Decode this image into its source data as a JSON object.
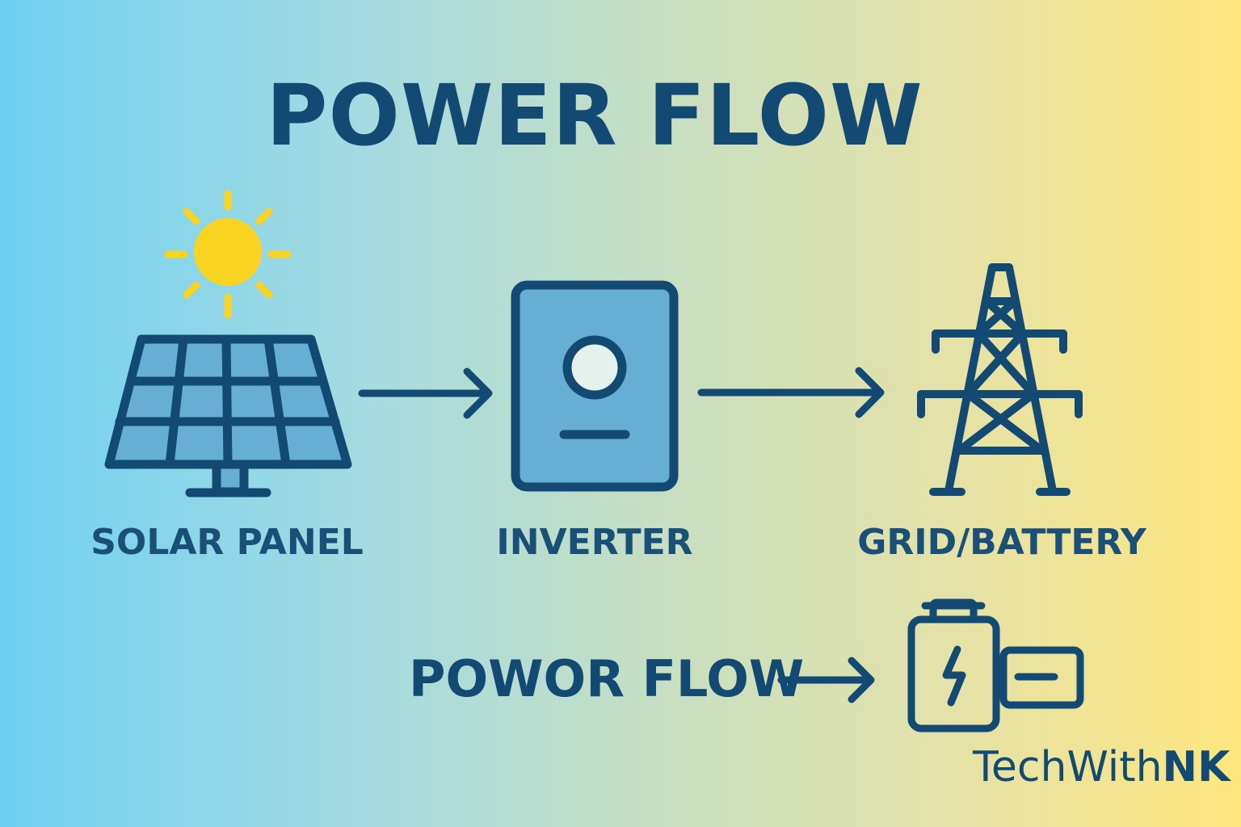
{
  "title": "POWER FLOW",
  "nodes": [
    {
      "label": "SOLAR PANEL",
      "icon": "solar-panel-icon"
    },
    {
      "label": "INVERTER",
      "icon": "inverter-icon"
    },
    {
      "label": "GRID/BATTERY",
      "icon": "transmission-tower-icon"
    }
  ],
  "secondary_flow": {
    "label": "POWOR FLOW",
    "icon": "battery-icon"
  },
  "brand": {
    "prefix": "TechWith",
    "suffix": "NK"
  },
  "colors": {
    "primary": "#124a73",
    "panel_fill": "#66aed3",
    "sun": "#fad423"
  }
}
